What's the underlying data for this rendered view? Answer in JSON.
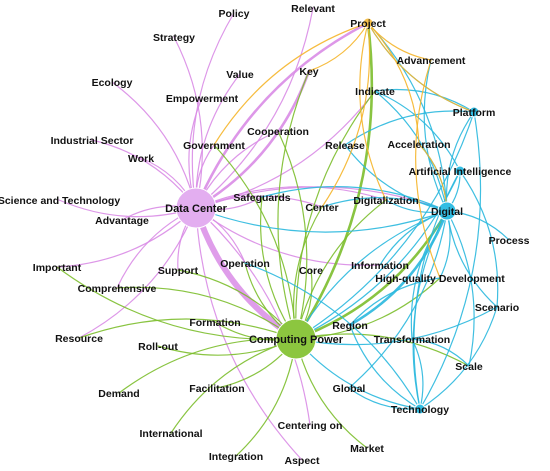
{
  "colors": {
    "violet": "#d98ce6",
    "green": "#7cbe2c",
    "cyan": "#2ab8de",
    "orange": "#f5b52a",
    "node_violet": "#e3aef0",
    "node_green": "#8cc63f",
    "node_cyan": "#32bde3",
    "node_orange": "#f7c04a"
  },
  "nodes": [
    {
      "id": "data_center",
      "label": "Data Center",
      "color": "violet",
      "size": "large"
    },
    {
      "id": "computing_power",
      "label": "Computing Power",
      "color": "green",
      "size": "large"
    },
    {
      "id": "digital",
      "label": "Digital",
      "color": "cyan",
      "size": "medium"
    },
    {
      "id": "project",
      "label": "Project",
      "color": "orange",
      "size": "small"
    },
    {
      "id": "technology",
      "label": "Technology",
      "color": "cyan",
      "size": "small"
    },
    {
      "id": "platform",
      "label": "Platform",
      "color": "cyan",
      "size": "small"
    },
    {
      "id": "artificial_intelligence",
      "label": "Artificial Intelligence",
      "color": "cyan",
      "size": "small"
    },
    {
      "id": "relevant",
      "label": "Relevant",
      "color": "violet",
      "size": "small"
    },
    {
      "id": "policy",
      "label": "Policy",
      "color": "violet",
      "size": "small"
    },
    {
      "id": "strategy",
      "label": "Strategy",
      "color": "violet",
      "size": "small"
    },
    {
      "id": "value",
      "label": "Value",
      "color": "violet",
      "size": "small"
    },
    {
      "id": "key",
      "label": "Key",
      "color": "green",
      "size": "small"
    },
    {
      "id": "advancement",
      "label": "Advancement",
      "color": "orange",
      "size": "small"
    },
    {
      "id": "ecology",
      "label": "Ecology",
      "color": "violet",
      "size": "small"
    },
    {
      "id": "empowerment",
      "label": "Empowerment",
      "color": "violet",
      "size": "small"
    },
    {
      "id": "indicate",
      "label": "Indicate",
      "color": "violet",
      "size": "small"
    },
    {
      "id": "industrial_sector",
      "label": "Industrial Sector",
      "color": "violet",
      "size": "small"
    },
    {
      "id": "cooperation",
      "label": "Cooperation",
      "color": "green",
      "size": "small"
    },
    {
      "id": "government",
      "label": "Government",
      "color": "violet",
      "size": "small"
    },
    {
      "id": "release",
      "label": "Release",
      "color": "cyan",
      "size": "small"
    },
    {
      "id": "acceleration",
      "label": "Acceleration",
      "color": "orange",
      "size": "small"
    },
    {
      "id": "work",
      "label": "Work",
      "color": "violet",
      "size": "small"
    },
    {
      "id": "safeguards",
      "label": "Safeguards",
      "color": "green",
      "size": "small"
    },
    {
      "id": "science_and_technology",
      "label": "Science and Technology",
      "color": "violet",
      "size": "small"
    },
    {
      "id": "center",
      "label": "Center",
      "color": "green",
      "size": "small"
    },
    {
      "id": "digitalization",
      "label": "Digitalization",
      "color": "cyan",
      "size": "small"
    },
    {
      "id": "advantage",
      "label": "Advantage",
      "color": "violet",
      "size": "small"
    },
    {
      "id": "process",
      "label": "Process",
      "color": "cyan",
      "size": "small"
    },
    {
      "id": "operation",
      "label": "Operation",
      "color": "green",
      "size": "small"
    },
    {
      "id": "information",
      "label": "Information",
      "color": "cyan",
      "size": "small"
    },
    {
      "id": "important",
      "label": "Important",
      "color": "green",
      "size": "small"
    },
    {
      "id": "support",
      "label": "Support",
      "color": "green",
      "size": "small"
    },
    {
      "id": "core",
      "label": "Core",
      "color": "green",
      "size": "small"
    },
    {
      "id": "high_quality_development",
      "label": "High-quality Development",
      "color": "cyan",
      "size": "small"
    },
    {
      "id": "comprehensive",
      "label": "Comprehensive",
      "color": "green",
      "size": "small"
    },
    {
      "id": "scenario",
      "label": "Scenario",
      "color": "cyan",
      "size": "small"
    },
    {
      "id": "formation",
      "label": "Formation",
      "color": "green",
      "size": "small"
    },
    {
      "id": "region",
      "label": "Region",
      "color": "cyan",
      "size": "small"
    },
    {
      "id": "resource",
      "label": "Resource",
      "color": "green",
      "size": "small"
    },
    {
      "id": "transformation",
      "label": "Transformation",
      "color": "cyan",
      "size": "small"
    },
    {
      "id": "roll_out",
      "label": "Roll-out",
      "color": "green",
      "size": "small"
    },
    {
      "id": "scale",
      "label": "Scale",
      "color": "cyan",
      "size": "small"
    },
    {
      "id": "demand",
      "label": "Demand",
      "color": "green",
      "size": "small"
    },
    {
      "id": "facilitation",
      "label": "Facilitation",
      "color": "green",
      "size": "small"
    },
    {
      "id": "global",
      "label": "Global",
      "color": "cyan",
      "size": "small"
    },
    {
      "id": "centering_on",
      "label": "Centering on",
      "color": "violet",
      "size": "small"
    },
    {
      "id": "international",
      "label": "International",
      "color": "green",
      "size": "small"
    },
    {
      "id": "integration",
      "label": "Integration",
      "color": "green",
      "size": "small"
    },
    {
      "id": "aspect",
      "label": "Aspect",
      "color": "violet",
      "size": "small"
    },
    {
      "id": "market",
      "label": "Market",
      "color": "green",
      "size": "small"
    }
  ],
  "edges": [
    [
      "data_center",
      "computing_power",
      "violet",
      3
    ],
    [
      "data_center",
      "project",
      "violet",
      2
    ],
    [
      "data_center",
      "relevant",
      "violet",
      1
    ],
    [
      "data_center",
      "policy",
      "violet",
      1
    ],
    [
      "data_center",
      "strategy",
      "violet",
      1
    ],
    [
      "data_center",
      "value",
      "violet",
      1
    ],
    [
      "data_center",
      "ecology",
      "violet",
      1
    ],
    [
      "data_center",
      "empowerment",
      "violet",
      1
    ],
    [
      "data_center",
      "industrial_sector",
      "violet",
      1
    ],
    [
      "data_center",
      "government",
      "violet",
      1
    ],
    [
      "data_center",
      "work",
      "violet",
      1
    ],
    [
      "data_center",
      "science_and_technology",
      "violet",
      1
    ],
    [
      "data_center",
      "advantage",
      "violet",
      1
    ],
    [
      "data_center",
      "important",
      "violet",
      1
    ],
    [
      "data_center",
      "indicate",
      "violet",
      1
    ],
    [
      "data_center",
      "digital",
      "violet",
      1
    ],
    [
      "data_center",
      "key",
      "violet",
      2
    ],
    [
      "data_center",
      "cooperation",
      "violet",
      1
    ],
    [
      "data_center",
      "safeguards",
      "violet",
      1
    ],
    [
      "data_center",
      "center",
      "violet",
      1
    ],
    [
      "data_center",
      "comprehensive",
      "violet",
      1
    ],
    [
      "data_center",
      "resource",
      "violet",
      1
    ],
    [
      "data_center",
      "support",
      "violet",
      1
    ],
    [
      "data_center",
      "operation",
      "violet",
      1
    ],
    [
      "data_center",
      "information",
      "violet",
      1
    ],
    [
      "data_center",
      "centering_on",
      "violet",
      1
    ],
    [
      "data_center",
      "aspect",
      "violet",
      1
    ],
    [
      "data_center",
      "digitalization",
      "violet",
      1
    ],
    [
      "computing_power",
      "project",
      "green",
      2
    ],
    [
      "computing_power",
      "key",
      "green",
      1
    ],
    [
      "computing_power",
      "cooperation",
      "green",
      1
    ],
    [
      "computing_power",
      "safeguards",
      "green",
      1
    ],
    [
      "computing_power",
      "digital",
      "green",
      2
    ],
    [
      "computing_power",
      "center",
      "green",
      1
    ],
    [
      "computing_power",
      "support",
      "green",
      1
    ],
    [
      "computing_power",
      "operation",
      "green",
      1
    ],
    [
      "computing_power",
      "core",
      "green",
      1
    ],
    [
      "computing_power",
      "important",
      "green",
      1
    ],
    [
      "computing_power",
      "comprehensive",
      "green",
      1
    ],
    [
      "computing_power",
      "formation",
      "green",
      1
    ],
    [
      "computing_power",
      "resource",
      "green",
      1
    ],
    [
      "computing_power",
      "roll_out",
      "green",
      1
    ],
    [
      "computing_power",
      "demand",
      "green",
      1
    ],
    [
      "computing_power",
      "facilitation",
      "green",
      1
    ],
    [
      "computing_power",
      "international",
      "green",
      1
    ],
    [
      "computing_power",
      "integration",
      "green",
      1
    ],
    [
      "computing_power",
      "market",
      "green",
      1
    ],
    [
      "computing_power",
      "scale",
      "green",
      1
    ],
    [
      "computing_power",
      "high_quality_development",
      "green",
      1
    ],
    [
      "computing_power",
      "indicate",
      "green",
      1
    ],
    [
      "computing_power",
      "government",
      "green",
      1
    ],
    [
      "computing_power",
      "digitalization",
      "green",
      1
    ],
    [
      "digital",
      "project",
      "cyan",
      1
    ],
    [
      "digital",
      "platform",
      "cyan",
      1
    ],
    [
      "digital",
      "artificial_intelligence",
      "cyan",
      1
    ],
    [
      "digital",
      "advancement",
      "cyan",
      1
    ],
    [
      "digital",
      "indicate",
      "cyan",
      1
    ],
    [
      "digital",
      "release",
      "cyan",
      1
    ],
    [
      "digital",
      "acceleration",
      "cyan",
      1
    ],
    [
      "digital",
      "digitalization",
      "cyan",
      1
    ],
    [
      "digital",
      "center",
      "cyan",
      1
    ],
    [
      "digital",
      "process",
      "cyan",
      1
    ],
    [
      "digital",
      "information",
      "cyan",
      1
    ],
    [
      "digital",
      "high_quality_development",
      "cyan",
      1
    ],
    [
      "digital",
      "scenario",
      "cyan",
      1
    ],
    [
      "digital",
      "region",
      "cyan",
      2
    ],
    [
      "digital",
      "transformation",
      "cyan",
      1
    ],
    [
      "digital",
      "scale",
      "cyan",
      1
    ],
    [
      "digital",
      "technology",
      "cyan",
      1
    ],
    [
      "digital",
      "global",
      "cyan",
      1
    ],
    [
      "digital",
      "computing_power",
      "cyan",
      1
    ],
    [
      "digital",
      "data_center",
      "cyan",
      1
    ],
    [
      "digital",
      "safeguards",
      "cyan",
      1
    ],
    [
      "technology",
      "computing_power",
      "cyan",
      1
    ],
    [
      "technology",
      "platform",
      "cyan",
      1
    ],
    [
      "technology",
      "artificial_intelligence",
      "cyan",
      1
    ],
    [
      "technology",
      "scenario",
      "cyan",
      1
    ],
    [
      "technology",
      "global",
      "cyan",
      1
    ],
    [
      "technology",
      "transformation",
      "cyan",
      1
    ],
    [
      "technology",
      "region",
      "cyan",
      1
    ],
    [
      "technology",
      "operation",
      "cyan",
      1
    ],
    [
      "platform",
      "computing_power",
      "cyan",
      1
    ],
    [
      "platform",
      "indicate",
      "cyan",
      1
    ],
    [
      "platform",
      "project",
      "cyan",
      1
    ],
    [
      "platform",
      "release",
      "cyan",
      1
    ],
    [
      "artificial_intelligence",
      "computing_power",
      "cyan",
      1
    ],
    [
      "artificial_intelligence",
      "indicate",
      "cyan",
      1
    ],
    [
      "artificial_intelligence",
      "scenario",
      "cyan",
      1
    ],
    [
      "project",
      "advancement",
      "orange",
      1
    ],
    [
      "project",
      "acceleration",
      "orange",
      1
    ],
    [
      "project",
      "platform",
      "orange",
      1
    ],
    [
      "project",
      "center",
      "orange",
      1
    ],
    [
      "project",
      "digitalization",
      "orange",
      1
    ],
    [
      "project",
      "key",
      "orange",
      1
    ],
    [
      "project",
      "government",
      "orange",
      1
    ],
    [
      "acceleration",
      "digital",
      "orange",
      1
    ],
    [
      "advancement",
      "high_quality_development",
      "orange",
      1
    ],
    [
      "scenario",
      "computing_power",
      "cyan",
      1
    ],
    [
      "scale",
      "transformation",
      "cyan",
      1
    ],
    [
      "region",
      "high_quality_development",
      "cyan",
      1
    ]
  ]
}
